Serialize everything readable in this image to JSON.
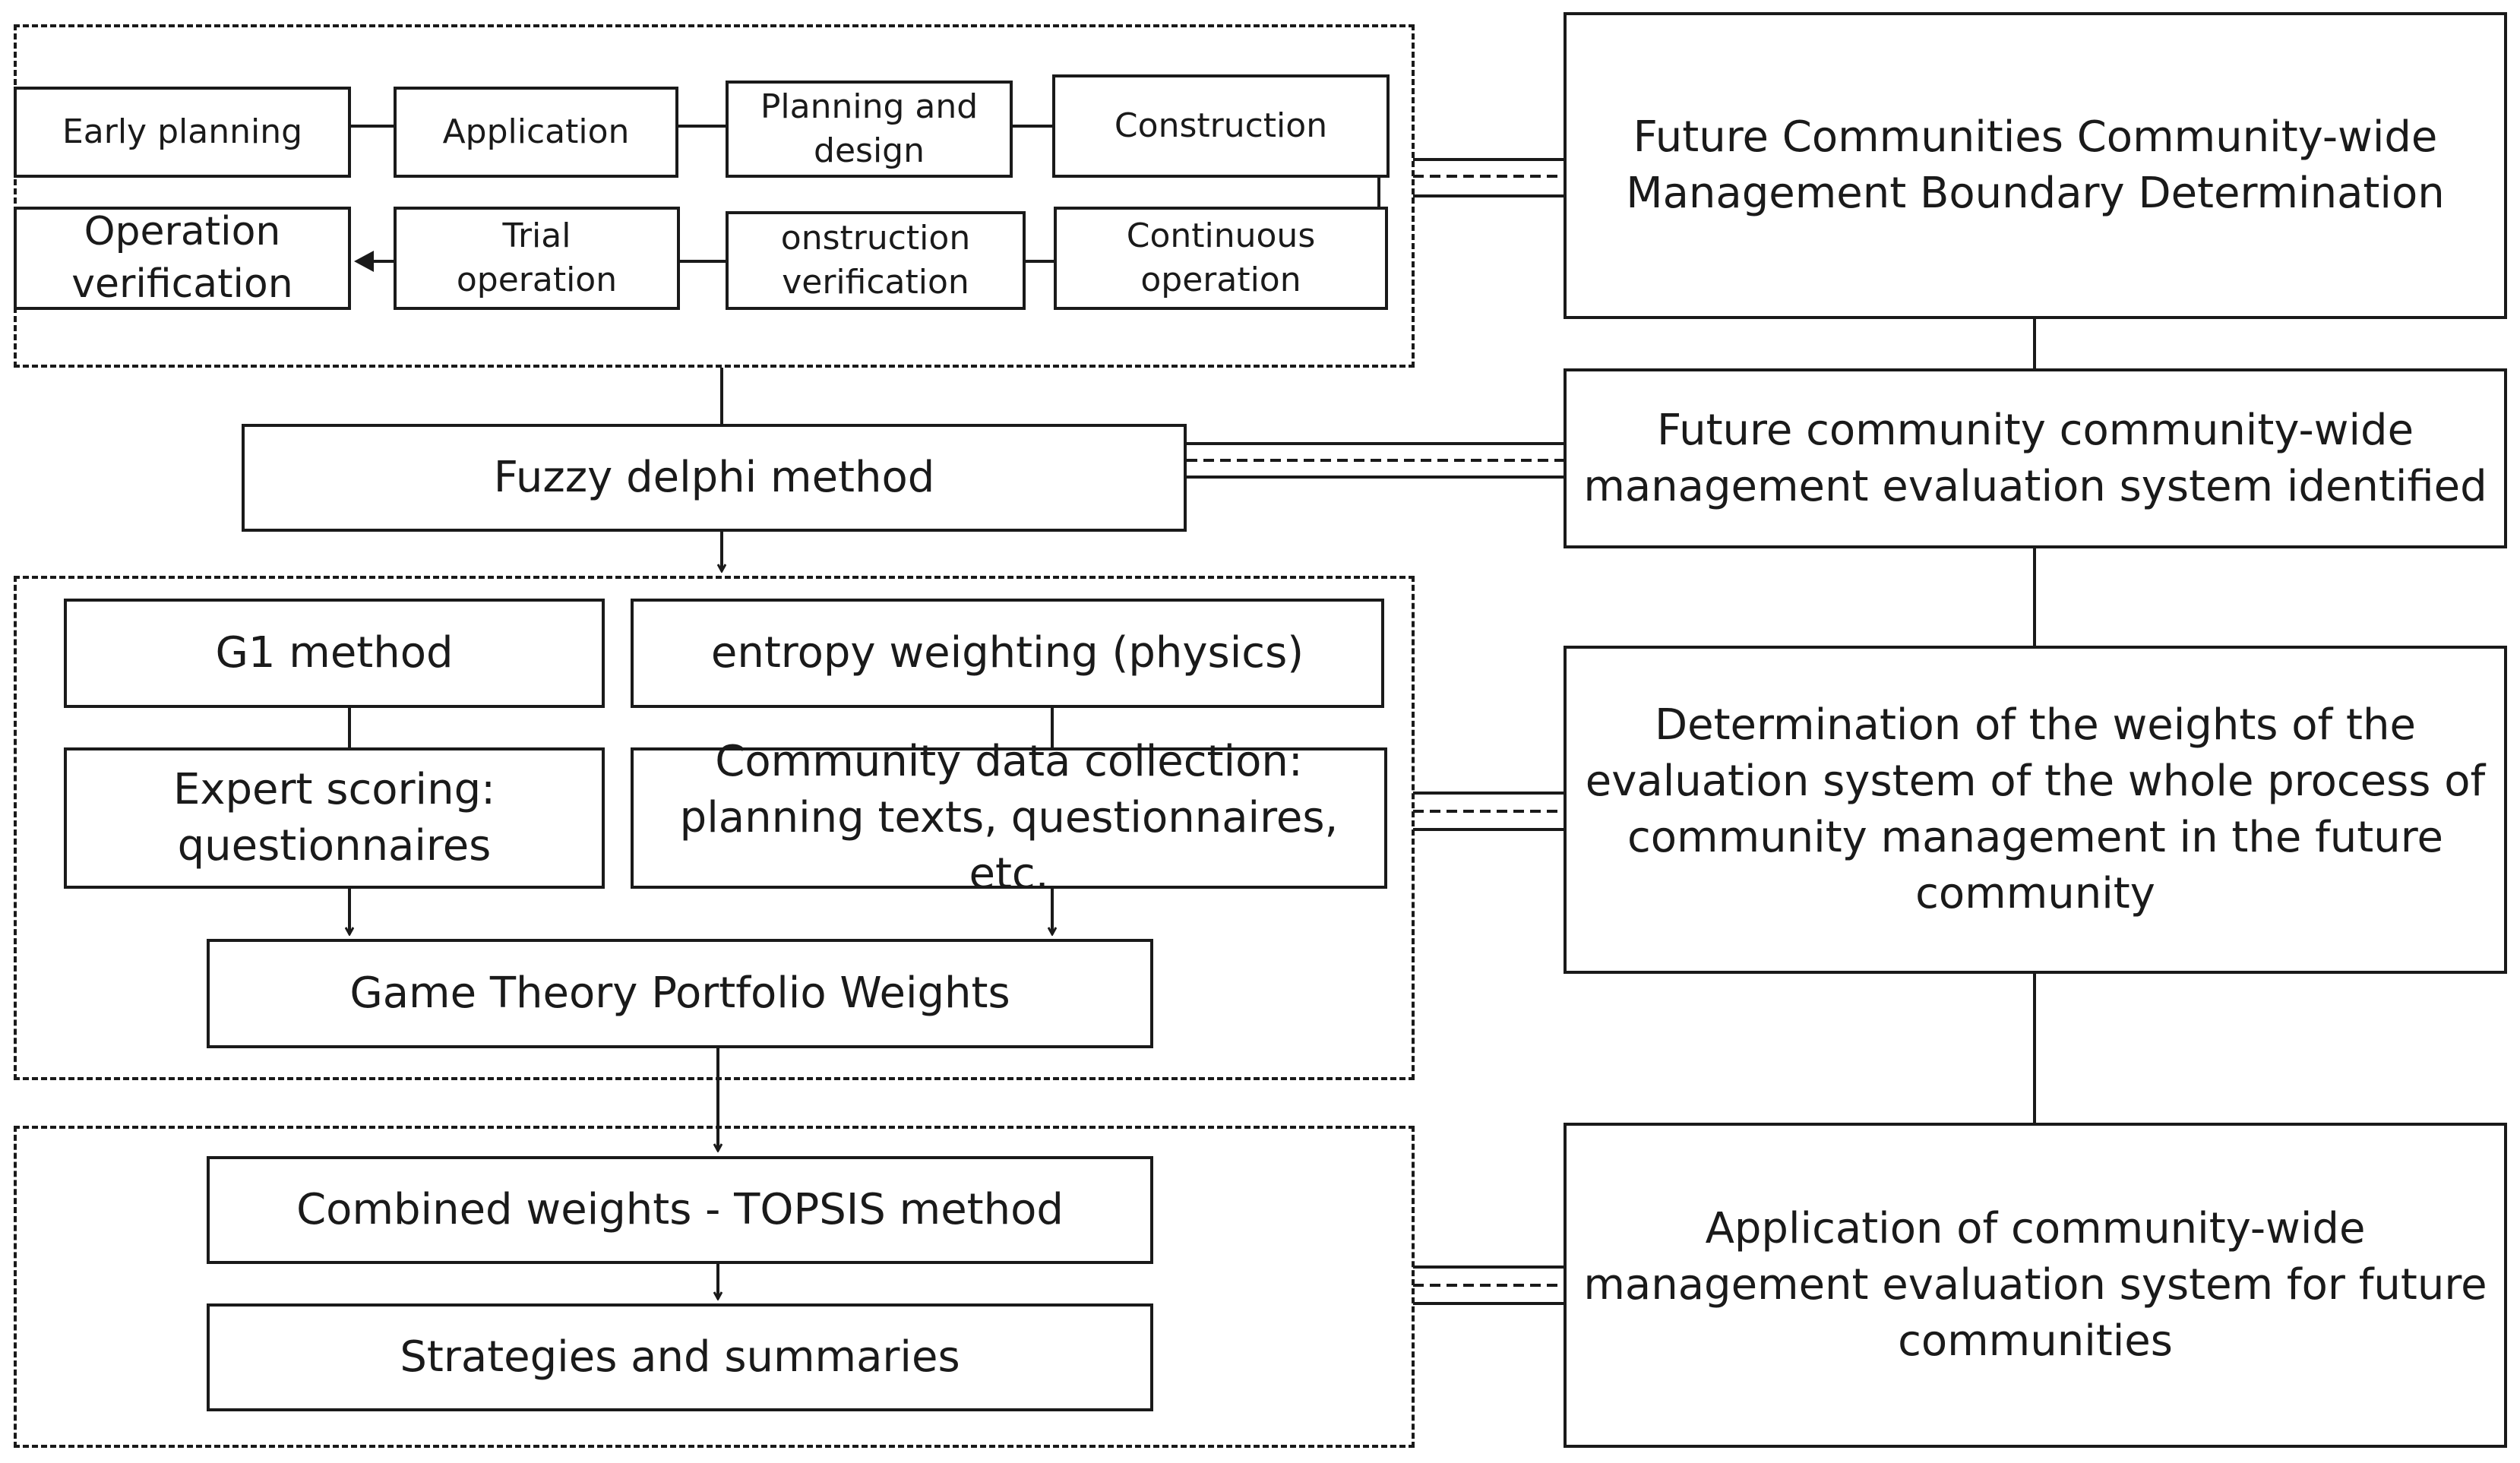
{
  "process_stages": {
    "early_planning": "Early planning",
    "application": "Application",
    "planning_design": "Planning and\ndesign",
    "construction": "Construction",
    "continuous_operation": "Continuous\noperation",
    "construction_verification": "onstruction\nverification",
    "trial_operation": "Trial\noperation",
    "operation_verification": "Operation\nverification"
  },
  "methods": {
    "fuzzy_delphi": "Fuzzy delphi method",
    "g1": "G1 method",
    "entropy": "entropy weighting (physics)",
    "expert_scoring": "Expert scoring:\nquestionnaires",
    "data_collection": "Community data collection:\nplanning texts, questionnaires, etc.",
    "game_theory": "Game Theory Portfolio Weights",
    "topsis": "Combined weights - TOPSIS method",
    "strategies": "Strategies and summaries"
  },
  "outcomes": {
    "boundary": "Future Communities Community-wide\nManagement Boundary Determination",
    "evaluation_system": "Future community community-wide\nmanagement evaluation system identified",
    "weights": "Determination of the weights of the\nevaluation system of the whole process of\ncommunity management in the future\ncommunity",
    "application": "Application of community-wide\nmanagement evaluation system for future\ncommunities"
  }
}
